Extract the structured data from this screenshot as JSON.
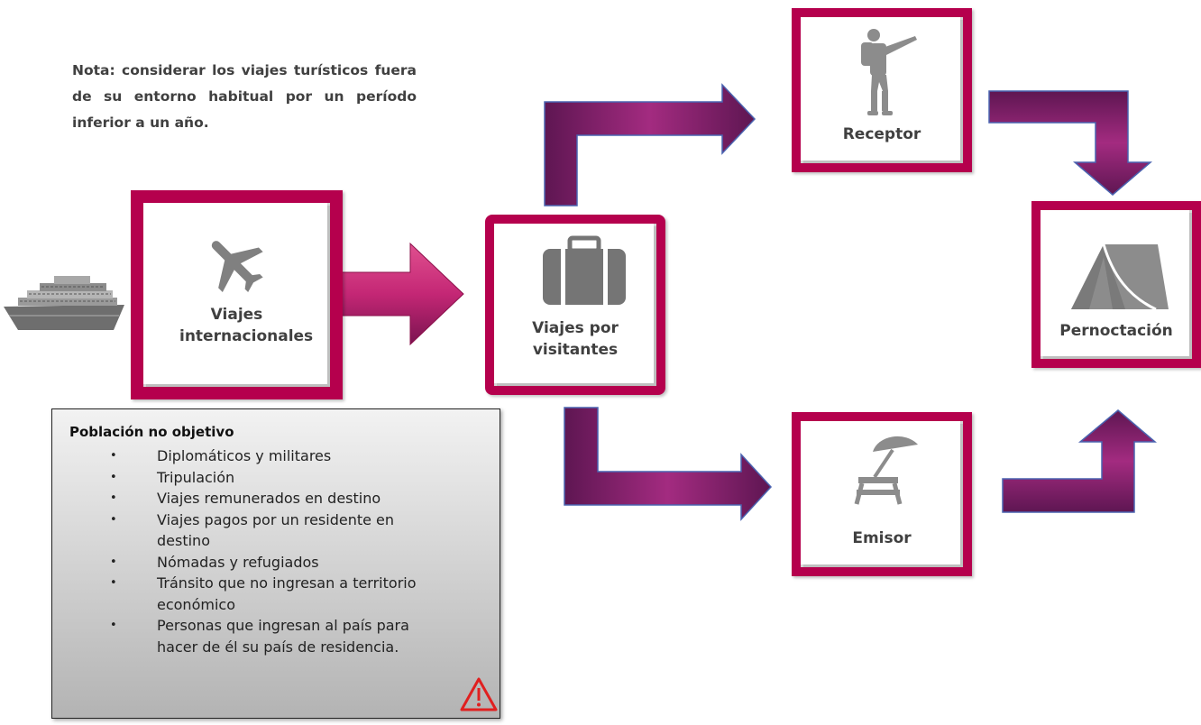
{
  "note": {
    "text": "Nota: considerar los viajes turísticos fuera de su entorno habitual por un período inferior a un año."
  },
  "nodes": {
    "international": {
      "label": "Viajes internacionales",
      "icon": "airplane-icon"
    },
    "visitors": {
      "label": "Viajes por visitantes",
      "icon": "suitcase-icon"
    },
    "receptor": {
      "label": "Receptor",
      "icon": "hiker-icon"
    },
    "emisor": {
      "label": "Emisor",
      "icon": "beach-umbrella-icon"
    },
    "overnight": {
      "label": "Pernoctación",
      "icon": "tent-icon"
    }
  },
  "side_icon": "cruise-ship-icon",
  "warning_icon": "warning-icon",
  "non_target": {
    "title": "Población no objetivo",
    "items": [
      "Diplomáticos y militares",
      "Tripulación",
      "Viajes remunerados en destino",
      "Viajes pagos por un residente en destino",
      "Nómadas y refugiados",
      "Tránsito que no ingresan a territorio económico",
      "Personas que ingresan al país para hacer de él su país de residencia."
    ]
  },
  "colors": {
    "frame": "#b5004d",
    "arrow_dark": "#6b1b5a",
    "arrow_light": "#c0307a",
    "icon": "#808080"
  }
}
